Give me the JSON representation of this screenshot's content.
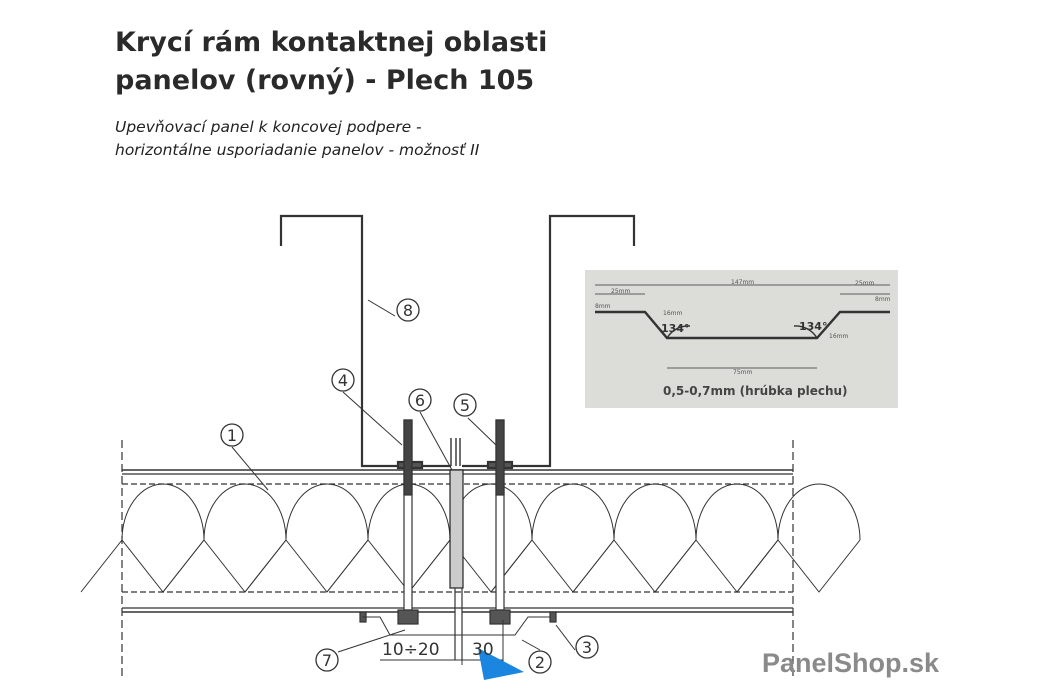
{
  "title": {
    "line1": "Krycí rám kontaktnej oblasti",
    "line2": "panelov (rovný) - Plech 105"
  },
  "subtitle": {
    "line1": "Upevňovací panel k koncovej podpere -",
    "line2": "horizontálne usporiadanie panelov - možnosť II"
  },
  "callouts": [
    "1",
    "2",
    "3",
    "4",
    "5",
    "6",
    "7",
    "8"
  ],
  "dimensions": {
    "gap": "10÷20",
    "width": "30"
  },
  "inset": {
    "total": "147mm",
    "left_flange": "25mm",
    "right_flange": "25mm",
    "left_lip": "8mm",
    "right_lip": "8mm",
    "depth_left": "16mm",
    "depth_right": "16mm",
    "bottom": "75mm",
    "angle_left": "134°",
    "angle_right": "134°",
    "caption": "0,5-0,7mm (hrúbka plechu)"
  },
  "logo": {
    "name": "PanelShop",
    "tld": ".sk"
  },
  "colors": {
    "arrow": "#1a86e0",
    "line": "#333333"
  }
}
